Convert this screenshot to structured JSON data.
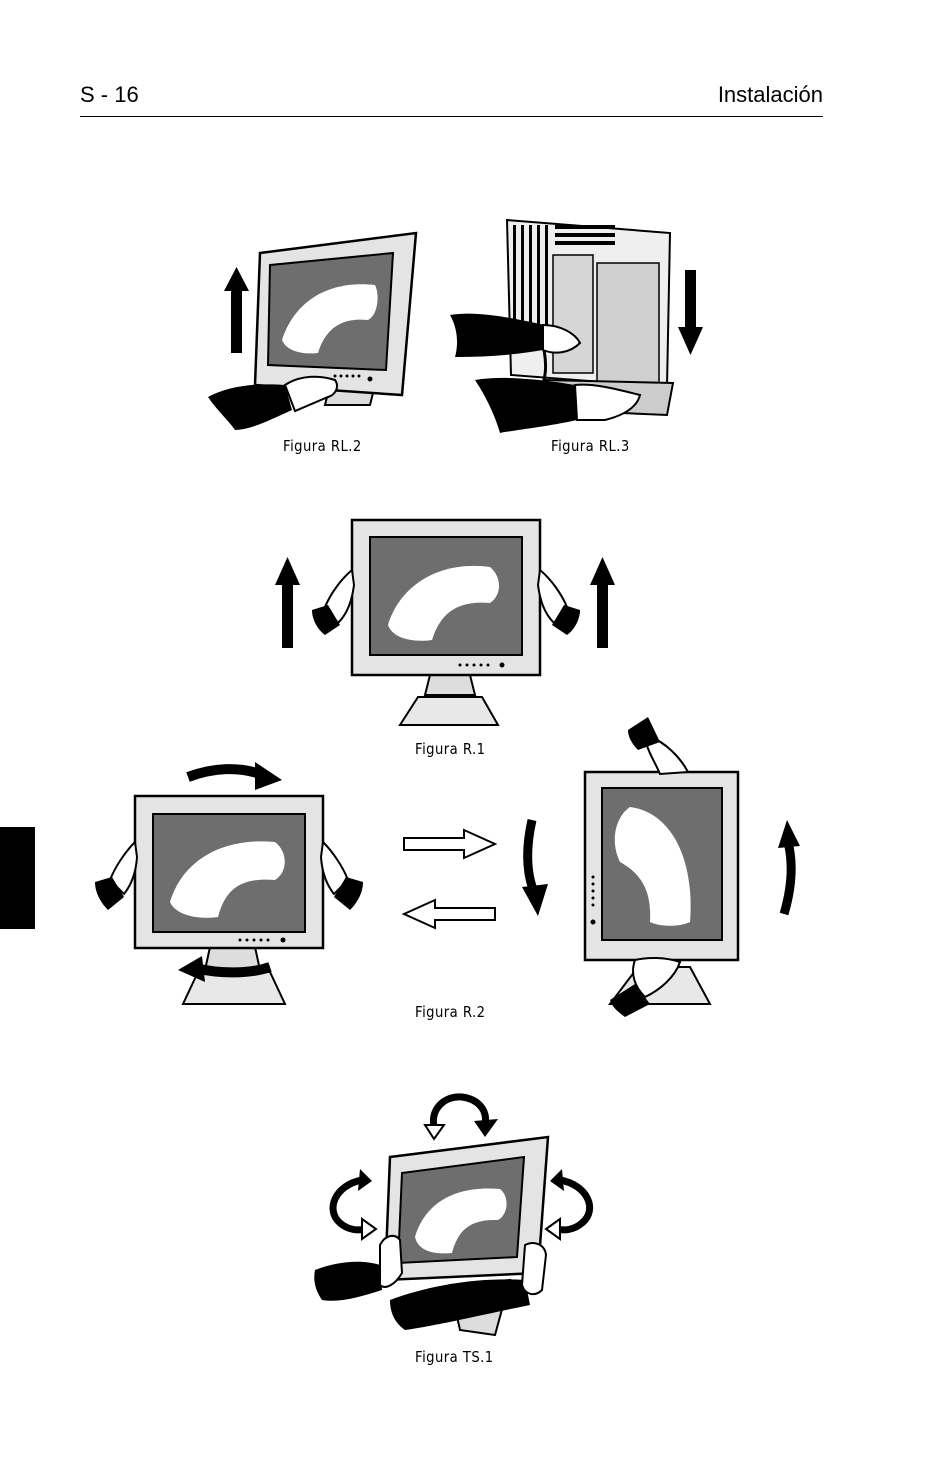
{
  "header": {
    "page_number": "S - 16",
    "section_title": "Instalación"
  },
  "figures": {
    "rl2": {
      "caption": "Figura RL.2"
    },
    "rl3": {
      "caption": "Figura RL.3"
    },
    "r1": {
      "caption": "Figura R.1"
    },
    "r2": {
      "caption": "Figura R.2"
    },
    "ts1": {
      "caption": "Figura TS.1"
    }
  },
  "colors": {
    "ink": "#000000",
    "bezel": "#e4e4e4",
    "screen": "#6e6e6e",
    "screen_image": "#ffffff"
  }
}
